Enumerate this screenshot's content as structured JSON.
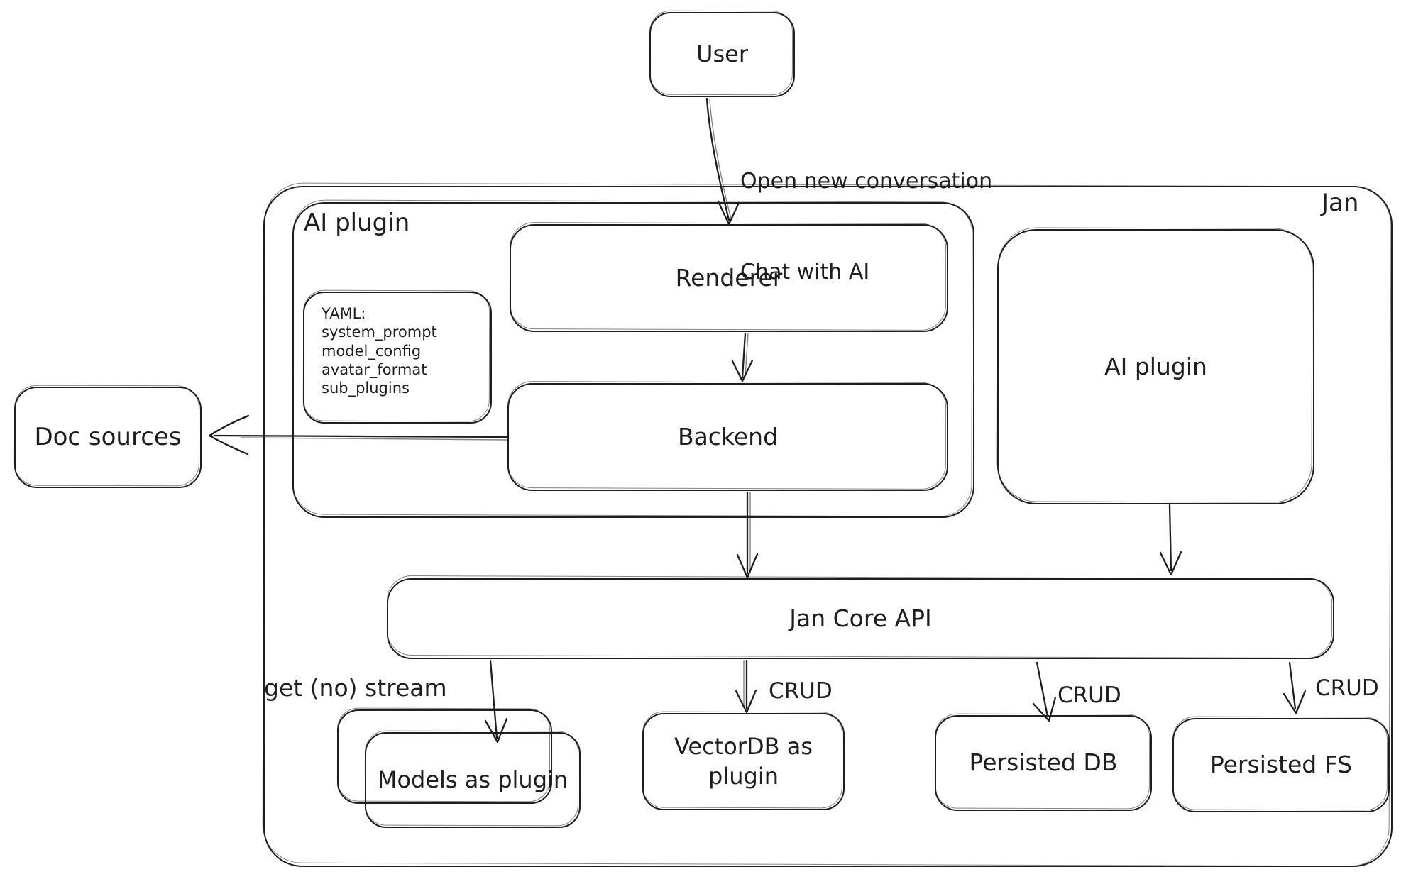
{
  "nodes": {
    "user": {
      "label": "User"
    },
    "jan_container": {
      "label": "Jan"
    },
    "ai_plugin_container": {
      "label": "AI plugin"
    },
    "renderer": {
      "label": "Renderer"
    },
    "backend": {
      "label": "Backend"
    },
    "yaml_note": {
      "lines": [
        "YAML:",
        "system_prompt",
        "model_config",
        "avatar_format",
        "sub_plugins"
      ]
    },
    "ai_plugin_right": {
      "label": "AI plugin"
    },
    "doc_sources": {
      "label": "Doc sources"
    },
    "jan_core_api": {
      "label": "Jan Core API"
    },
    "models_as_plugin": {
      "label": "Models as plugin"
    },
    "vectordb_as_plugin": {
      "label": "VectorDB as plugin"
    },
    "persisted_db": {
      "label": "Persisted DB"
    },
    "persisted_fs": {
      "label": "Persisted FS"
    }
  },
  "edges": {
    "user_to_renderer": {
      "lines": [
        "Open new conversation",
        "Chat with AI"
      ]
    },
    "api_to_models": {
      "label": "get (no) stream"
    },
    "api_to_vectordb": {
      "label": "CRUD"
    },
    "api_to_persisted_db": {
      "label": "CRUD"
    },
    "api_to_persisted_fs": {
      "label": "CRUD"
    }
  },
  "colors": {
    "stroke": "#1e1e1e",
    "background": "#ffffff"
  }
}
